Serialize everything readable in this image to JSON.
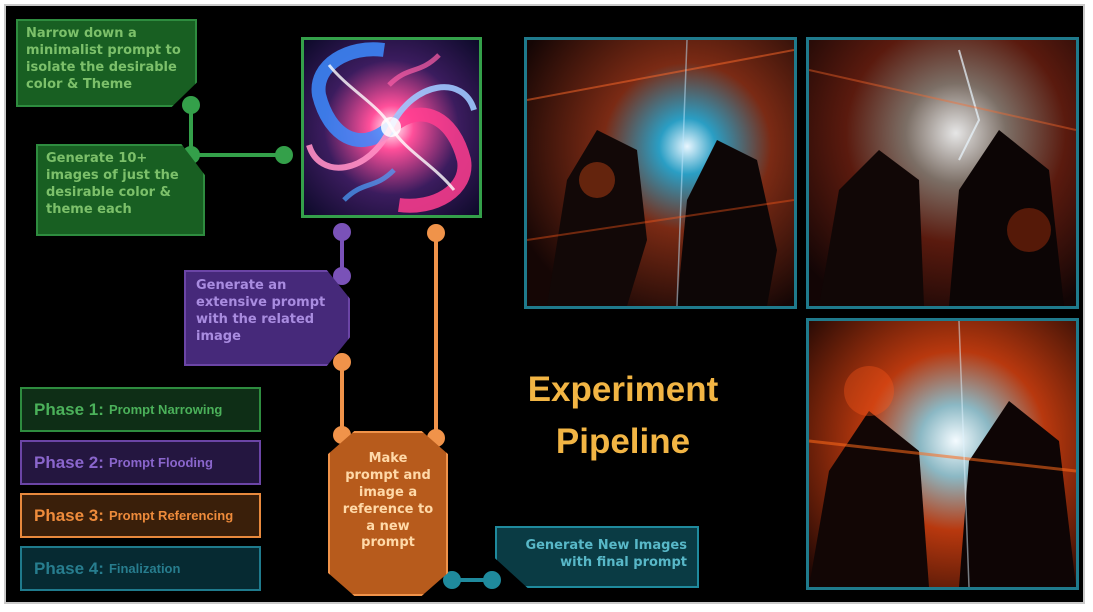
{
  "steps": {
    "narrow": "Narrow down a minimalist prompt to isolate the desirable color & Theme",
    "generate10": "Generate 10+ images of just the desirable color & theme each",
    "extensive": "Generate an extensive prompt with the related image",
    "reference": "Make prompt and image a reference to a new prompt",
    "final": "Generate New Images with final prompt"
  },
  "phases": [
    {
      "name": "Phase 1:",
      "desc": "Prompt Narrowing",
      "color": "#2e8c3f"
    },
    {
      "name": "Phase 2:",
      "desc": "Prompt Flooding",
      "color": "#6b45a6"
    },
    {
      "name": "Phase 3:",
      "desc": "Prompt Referencing",
      "color": "#e8893d"
    },
    {
      "name": "Phase 4:",
      "desc": "Finalization",
      "color": "#1f7a8c"
    }
  ],
  "title": {
    "line1": "Experiment",
    "line2": "Pipeline"
  },
  "colors": {
    "green": "#34a04a",
    "purple": "#7a52b8",
    "orange": "#f0934a",
    "teal": "#1f8a9d",
    "title": "#f2b544",
    "background": "#000000"
  }
}
